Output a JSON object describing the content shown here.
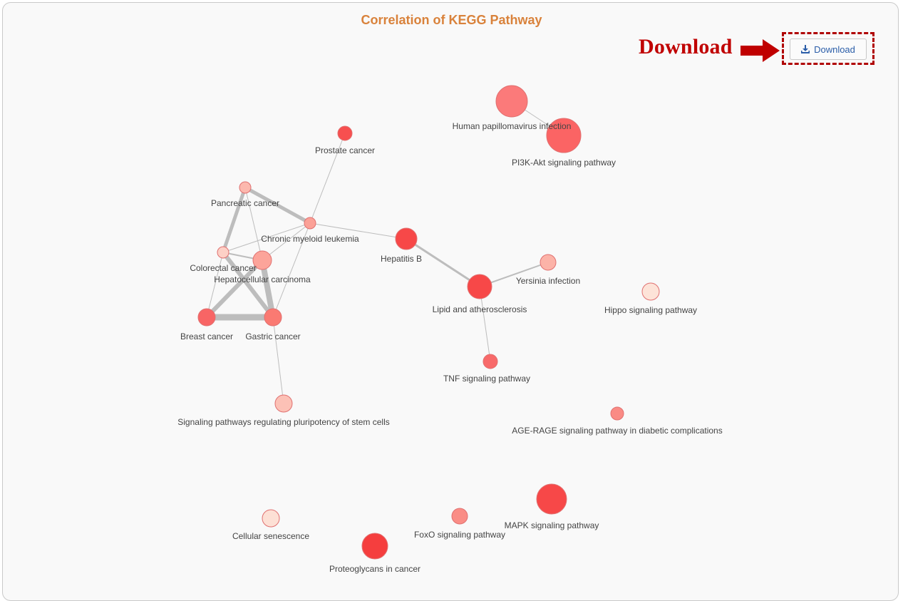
{
  "header": {
    "title": "Correlation of KEGG Pathway"
  },
  "annotation": {
    "text": "Download"
  },
  "toolbar": {
    "download_label": "Download",
    "download_icon": "download-icon"
  },
  "colors": {
    "title": "#d9823b",
    "annotation": "#c00000",
    "edge": "#bdbdbd",
    "button_text": "#2a5da8"
  },
  "nodes": [
    {
      "id": "hpv",
      "label": "Human papillomavirus infection",
      "color": "#fb7a7a"
    },
    {
      "id": "pi3k",
      "label": "PI3K-Akt signaling pathway",
      "color": "#fb6464"
    },
    {
      "id": "prostate",
      "label": "Prostate cancer",
      "color": "#f74f4f"
    },
    {
      "id": "pancreatic",
      "label": "Pancreatic cancer",
      "color": "#fcb8ae"
    },
    {
      "id": "cml",
      "label": "Chronic myeloid leukemia",
      "color": "#fba197"
    },
    {
      "id": "hepb",
      "label": "Hepatitis B",
      "color": "#f74848"
    },
    {
      "id": "colorectal",
      "label": "Colorectal cancer",
      "color": "#fdd0c6"
    },
    {
      "id": "hcc",
      "label": "Hepatocellular carcinoma",
      "color": "#fca49a"
    },
    {
      "id": "yersinia",
      "label": "Yersinia infection",
      "color": "#fcb3a8"
    },
    {
      "id": "lipid",
      "label": "Lipid and atherosclerosis",
      "color": "#f74848"
    },
    {
      "id": "hippo",
      "label": "Hippo signaling pathway",
      "color": "#fde3d8"
    },
    {
      "id": "breast",
      "label": "Breast cancer",
      "color": "#f86565"
    },
    {
      "id": "gastric",
      "label": "Gastric cancer",
      "color": "#fa7a72"
    },
    {
      "id": "tnf",
      "label": "TNF signaling pathway",
      "color": "#f86a6a"
    },
    {
      "id": "pluri",
      "label": "Signaling pathways regulating pluripotency of stem cells",
      "color": "#fcc1b6"
    },
    {
      "id": "agerage",
      "label": "AGE-RAGE signaling pathway in diabetic complications",
      "color": "#fa8b85"
    },
    {
      "id": "mapk",
      "label": "MAPK signaling pathway",
      "color": "#f74848"
    },
    {
      "id": "senescence",
      "label": "Cellular senescence",
      "color": "#fde0d5"
    },
    {
      "id": "foxo",
      "label": "FoxO signaling pathway",
      "color": "#fa8d86"
    },
    {
      "id": "proteo",
      "label": "Proteoglycans in cancer",
      "color": "#f53e3e"
    }
  ],
  "edges": [
    {
      "source": "hpv",
      "target": "pi3k",
      "weight": 1
    },
    {
      "source": "prostate",
      "target": "cml",
      "weight": 1
    },
    {
      "source": "pancreatic",
      "target": "cml",
      "weight": 5
    },
    {
      "source": "pancreatic",
      "target": "colorectal",
      "weight": 5
    },
    {
      "source": "pancreatic",
      "target": "hcc",
      "weight": 1
    },
    {
      "source": "cml",
      "target": "colorectal",
      "weight": 1
    },
    {
      "source": "cml",
      "target": "hcc",
      "weight": 1
    },
    {
      "source": "cml",
      "target": "gastric",
      "weight": 1
    },
    {
      "source": "cml",
      "target": "hepb",
      "weight": 1
    },
    {
      "source": "colorectal",
      "target": "hcc",
      "weight": 2
    },
    {
      "source": "colorectal",
      "target": "breast",
      "weight": 1
    },
    {
      "source": "colorectal",
      "target": "gastric",
      "weight": 6
    },
    {
      "source": "hcc",
      "target": "breast",
      "weight": 6
    },
    {
      "source": "hcc",
      "target": "gastric",
      "weight": 8
    },
    {
      "source": "breast",
      "target": "gastric",
      "weight": 9
    },
    {
      "source": "gastric",
      "target": "pluri",
      "weight": 1
    },
    {
      "source": "hepb",
      "target": "lipid",
      "weight": 3
    },
    {
      "source": "lipid",
      "target": "yersinia",
      "weight": 2
    },
    {
      "source": "lipid",
      "target": "tnf",
      "weight": 1
    }
  ]
}
